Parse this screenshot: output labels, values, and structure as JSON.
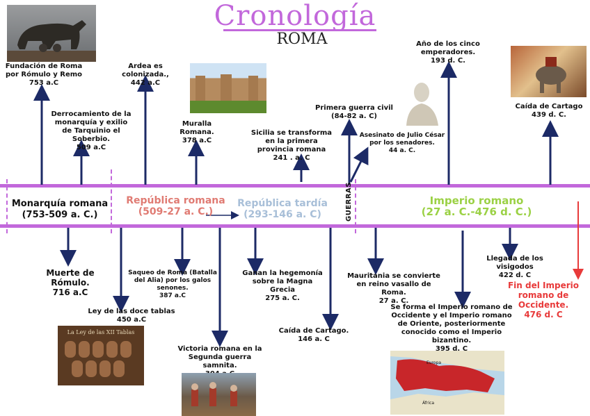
{
  "header": {
    "title": "Cronología",
    "subtitle": "ROMA"
  },
  "eras": {
    "monarquia": {
      "name": "Monarquía romana",
      "dates": "(753-509 a. C.)"
    },
    "republica": {
      "name": "República romana",
      "dates": "(509-27 a. C.)"
    },
    "republica_tardia": {
      "name": "República tardía",
      "dates": "(293-146 a. C)"
    },
    "guerras": "GUERRAS",
    "imperio": {
      "name": "Imperio romano",
      "dates": "(27 a. C.-476 d. C.)"
    }
  },
  "events_top": {
    "fundacion": {
      "text": "Fundación de Roma por Rómulo y Remo",
      "date": "753 a.C"
    },
    "derrocamiento": {
      "text": "Derrocamiento de la monarquía y exilio de Tarquinio el Soberbio.",
      "date": "509 a.C"
    },
    "ardea": {
      "text": "Ardea es colonizada.,",
      "date": "442 a.C"
    },
    "muralla": {
      "text": "Muralla Romana.",
      "date": "378 a.C"
    },
    "sicilia": {
      "text": "Sicilia se transforma en la primera provincia romana",
      "date": "241 . a. C"
    },
    "guerra_civil": {
      "text": "Primera guerra civil",
      "date": "(84-82 a. C)"
    },
    "cesar": {
      "text": "Asesinato de Julio César por los senadores.",
      "date": "44 a. C."
    },
    "cinco_emperadores": {
      "text": "Año de los cinco emperadores.",
      "date": "193 d. C."
    },
    "cartago_caida": {
      "text": "Caída de Cartago",
      "date": "439 d. C."
    }
  },
  "events_bottom": {
    "romulo": {
      "text": "Muerte de Rómulo.",
      "date": "716  a.C"
    },
    "doce_tablas": {
      "text": "Ley de las doce tablas",
      "date": "450 a.C"
    },
    "saqueo": {
      "text": "Saqueo de Roma (Batalla del Alia) por los galos senones.",
      "date": "387 a.C"
    },
    "samnita": {
      "text": "Victoria romana en la Segunda guerra samnita.",
      "date": "304 a.C"
    },
    "magna_grecia": {
      "text": "Ganan la hegemonía sobre la Magna Grecia",
      "date": "275 a. C."
    },
    "cartago": {
      "text": "Caída de Cartago.",
      "date": "146 a. C"
    },
    "mauritania": {
      "text": "Mauritania se convierte en reino vasallo de Roma.",
      "date": "27 a. C."
    },
    "division": {
      "text": "Se forma el Imperio romano de Occidente y el Imperio romano de Oriente, posteriormente conocido como el Imperio bizantino.",
      "date": "395 d. C"
    },
    "visigodos": {
      "text": "Llegada de los visigodos",
      "date": "422 d. C"
    },
    "fin": {
      "text": "Fin del Imperio romano de Occidente.",
      "date": "476 d. C"
    }
  },
  "images": {
    "tablas_caption": "La Ley de las XII Tablas",
    "map_labels": [
      "Europa",
      "África"
    ]
  },
  "colors": {
    "accent": "#c268db",
    "navy": "#1c2a66",
    "republic": "#e07b73",
    "late_republic": "#a8bfd8",
    "empire": "#9bd145",
    "end": "#e83a3a"
  }
}
